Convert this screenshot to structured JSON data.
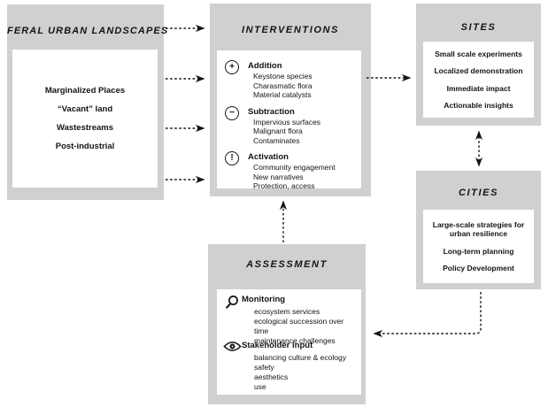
{
  "colors": {
    "box_bg": "#d0d0d0",
    "panel_bg": "#ffffff",
    "text": "#141414",
    "arrow": "#141414"
  },
  "feral": {
    "title": "FERAL URBAN LANDSCAPES",
    "items": [
      "Marginalized Places",
      "“Vacant” land",
      "Wastestreams",
      "Post-industrial"
    ]
  },
  "interventions": {
    "title": "INTERVENTIONS",
    "sections": [
      {
        "icon": "plus-circle-icon",
        "symbol": "+",
        "label": "Addition",
        "items": [
          "Keystone species",
          "Charasmatic flora",
          "Material catalysts"
        ]
      },
      {
        "icon": "minus-circle-icon",
        "symbol": "−",
        "label": "Subtraction",
        "items": [
          "Impervious surfaces",
          "Malignant flora",
          "Contaminates"
        ]
      },
      {
        "icon": "exclamation-circle-icon",
        "symbol": "!",
        "label": "Activation",
        "items": [
          "Community engagement",
          "New narratives",
          "Protection, access"
        ]
      }
    ]
  },
  "sites": {
    "title": "SITES",
    "items": [
      "Small scale experiments",
      "Localized demonstration",
      "Immediate impact",
      "Actionable insights"
    ]
  },
  "cities": {
    "title": "CITIES",
    "items": [
      "Large-scale strategies for urban resilience",
      "Long-term planning",
      "Policy Development"
    ]
  },
  "assessment": {
    "title": "ASSESSMENT",
    "sections": [
      {
        "icon": "magnifier-icon",
        "label": "Monitoring",
        "items": [
          "ecosystem services",
          "ecological succession over time",
          "maintenance challenges"
        ]
      },
      {
        "icon": "eye-icon",
        "label": "Stakeholder input",
        "items": [
          "balancing culture & ecology",
          "safety",
          "aesthetics",
          "use"
        ]
      }
    ]
  },
  "connections": [
    {
      "from": "feral-urban-landscapes",
      "to": "interventions",
      "style": "dashed",
      "count": 4
    },
    {
      "from": "interventions",
      "to": "sites",
      "style": "dashed"
    },
    {
      "from": "sites",
      "to": "cities",
      "style": "dashed",
      "bidirectional": true
    },
    {
      "from": "cities",
      "to": "assessment",
      "style": "dashed"
    },
    {
      "from": "assessment",
      "to": "interventions",
      "style": "dashed"
    }
  ]
}
